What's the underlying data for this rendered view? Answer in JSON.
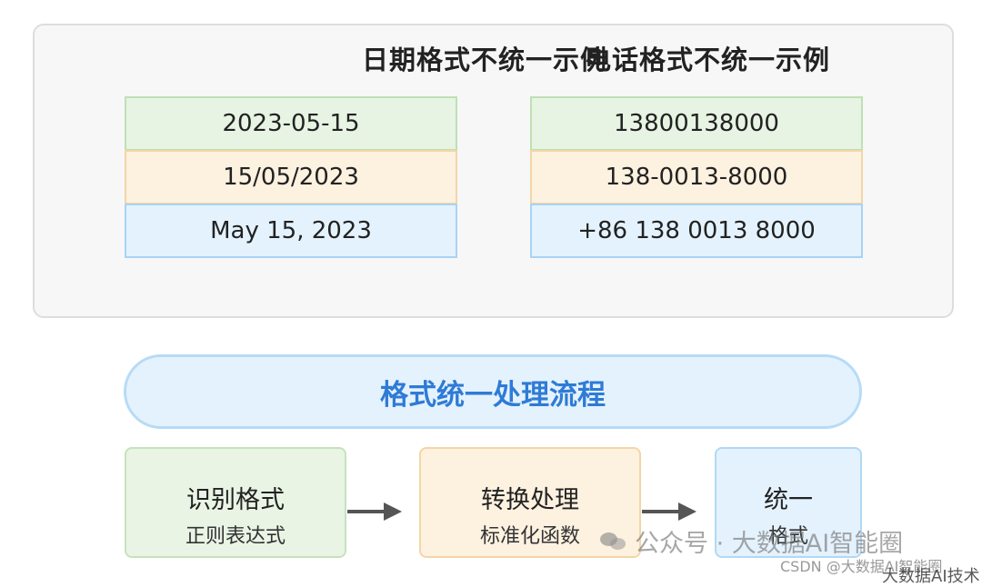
{
  "examples": {
    "date": {
      "title": "日期格式不统一示例",
      "rows": [
        "2023-05-15",
        "15/05/2023",
        "May 15, 2023"
      ]
    },
    "phone": {
      "title": "电话格式不统一示例",
      "rows": [
        "13800138000",
        "138-0013-8000",
        "+86 138 0013 8000"
      ]
    }
  },
  "flow": {
    "title": "格式统一处理流程",
    "steps": [
      {
        "title": "识别格式",
        "subtitle": "正则表达式"
      },
      {
        "title": "转换处理",
        "subtitle": "标准化函数"
      },
      {
        "title": "统一",
        "subtitle": "格式"
      }
    ]
  },
  "watermark": {
    "main": "公众号 · 大数据AI智能圈",
    "csdn": "CSDN @大数据AI智能圈",
    "corner": "大数据AI技术"
  },
  "colors": {
    "green_fill": "#e7f3e3",
    "orange_fill": "#fdf1e0",
    "blue_fill": "#e4f2fd",
    "banner_text": "#2f7bd6"
  }
}
